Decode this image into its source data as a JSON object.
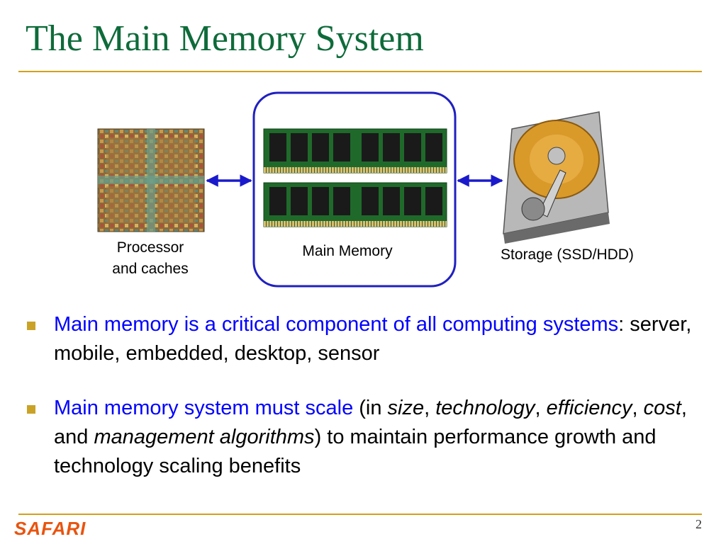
{
  "title": "The Main Memory System",
  "diagram": {
    "processor_caption": "Processor\nand caches",
    "memory_caption": "Main Memory",
    "storage_caption": "Storage (SSD/HDD)"
  },
  "bullets": [
    {
      "parts": [
        {
          "text": "Main memory is a critical component of all computing systems",
          "style": "blue"
        },
        {
          "text": ": server, mobile, embedded, desktop, sensor",
          "style": "normal"
        }
      ]
    },
    {
      "parts": [
        {
          "text": "Main memory system must scale",
          "style": "blue"
        },
        {
          "text": " (in ",
          "style": "normal"
        },
        {
          "text": "size",
          "style": "italic"
        },
        {
          "text": ", ",
          "style": "normal"
        },
        {
          "text": "technology",
          "style": "italic"
        },
        {
          "text": ", ",
          "style": "normal"
        },
        {
          "text": "efficiency",
          "style": "italic"
        },
        {
          "text": ", ",
          "style": "normal"
        },
        {
          "text": "cost",
          "style": "italic"
        },
        {
          "text": ", and ",
          "style": "normal"
        },
        {
          "text": "management algorithms",
          "style": "italic"
        },
        {
          "text": ") to maintain performance growth and technology scaling benefits",
          "style": "normal"
        }
      ]
    }
  ],
  "footer": {
    "logo": "SAFARI",
    "page_number": "2"
  },
  "colors": {
    "title": "#0e6b3a",
    "accent_rule": "#d4a01a",
    "highlight_text": "#0000ff",
    "logo": "#e8540f",
    "arrow": "#1a1acc"
  }
}
